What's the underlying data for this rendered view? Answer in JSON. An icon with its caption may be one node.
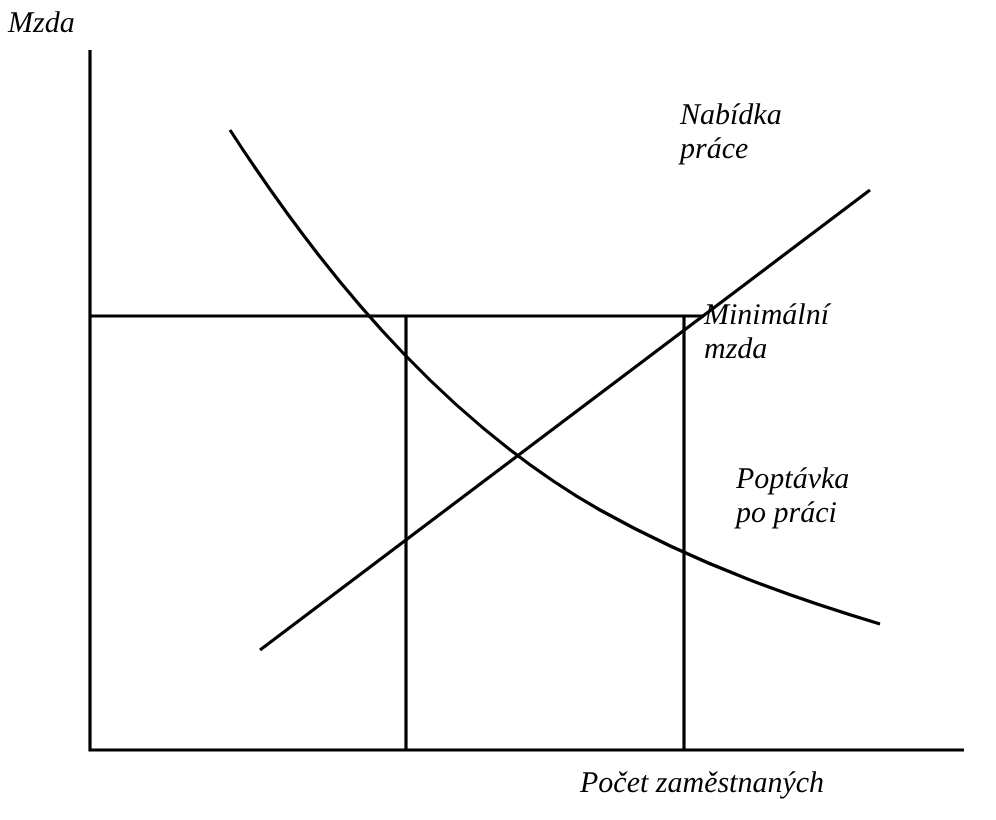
{
  "diagram": {
    "labels": [
      "Mzda",
      "Nabídka práce",
      "Minimální mzda",
      "Poptávka po práci",
      "Počet zaměstnaných"
    ]
  }
}
